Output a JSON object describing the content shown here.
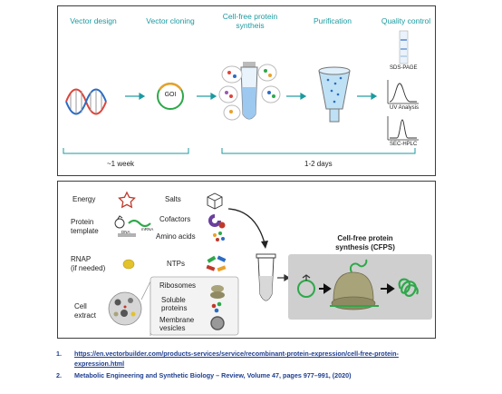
{
  "workflow": {
    "steps": [
      {
        "label": "Vector design"
      },
      {
        "label": "Vector cloning"
      },
      {
        "label": "Cell-free protein\nsyntheis"
      },
      {
        "label": "Purification"
      },
      {
        "label": "Quality control"
      }
    ],
    "goi_label": "GOI",
    "qc_labels": [
      "SDS-PAGE",
      "UV Analysis",
      "SEC-HPLC"
    ],
    "timeline": [
      "~1 week",
      "1-2 days"
    ]
  },
  "components": {
    "energy": "Energy",
    "salts": "Salts",
    "protein_template": "Protein\ntemplate",
    "cofactors": "Cofactors",
    "amino_acids": "Amino acids",
    "rnap": "RNAP\n(if needed)",
    "ntps": "NTPs",
    "cell_extract": "Cell\nextract",
    "ribosomes": "Ribosomes",
    "soluble_proteins": "Soluble\nproteins",
    "membrane_vesicles": "Membrane\nvesicles",
    "template_small": [
      "mRNA",
      "DNA"
    ],
    "cfps_title": "Cell-free protein\nsynthesis (CFPS)"
  },
  "references": [
    {
      "num": "1.",
      "text": "https://en.vectorbuilder.com/products-services/service/recombinant-protein-expression/cell-free-protein-expression.html"
    },
    {
      "num": "2.",
      "text": "Metabolic Engineering and Synthetic Biology – Review, Volume 47, pages 977–991, (2020)"
    }
  ],
  "colors": {
    "teal": "#1b9aa0",
    "green": "#2ea84a",
    "link": "#1f3f8f",
    "grey_panel": "#cfcfcf",
    "olive": "#a9a37a"
  }
}
